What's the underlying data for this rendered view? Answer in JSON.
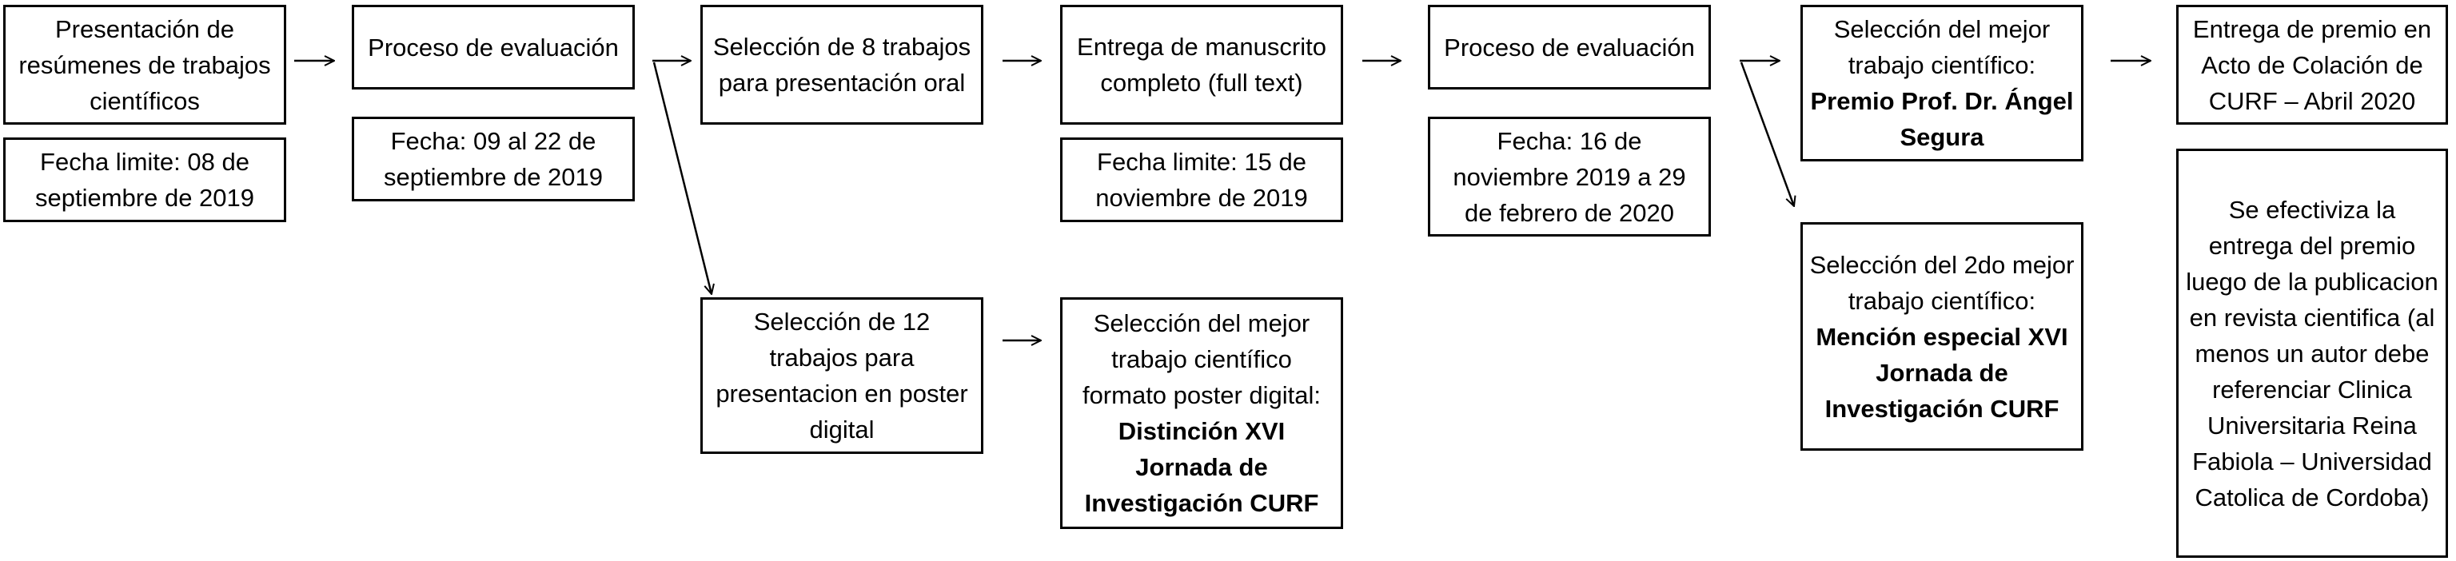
{
  "boxes": {
    "presentacion": {
      "text": "Presentación de resúmenes de trabajos científicos"
    },
    "fecha_limite_1": {
      "text": "Fecha limite: 08 de septiembre de 2019"
    },
    "proceso_1": {
      "text": "Proceso de evaluación"
    },
    "fecha_eval_1": {
      "text": "Fecha: 09 al 22 de septiembre de 2019"
    },
    "seleccion_8": {
      "text": "Selección de 8 trabajos para presentación oral"
    },
    "seleccion_12": {
      "text": "Selección de 12 trabajos para presentacion en poster digital"
    },
    "entrega_manuscrito": {
      "text": "Entrega de manuscrito completo (full text)"
    },
    "fecha_limite_2": {
      "text": "Fecha limite: 15 de noviembre de 2019"
    },
    "mejor_poster": {
      "text": "Selección del mejor trabajo científico formato poster digital:",
      "bold": "Distinción XVI Jornada de Investigación CURF"
    },
    "proceso_2": {
      "text": "Proceso de evaluación"
    },
    "fecha_eval_2": {
      "text": "Fecha: 16 de noviembre 2019 a 29 de febrero de 2020"
    },
    "mejor_trabajo": {
      "text": "Selección del mejor trabajo científico:",
      "bold": "Premio Prof. Dr. Ángel Segura"
    },
    "segundo_trabajo": {
      "text": "Selección del 2do mejor trabajo científico:",
      "bold": "Mención especial XVI Jornada de Investigación CURF"
    },
    "entrega_premio": {
      "text": "Entrega de premio en Acto de Colación de CURF – Abril 2020"
    },
    "efectiviza": {
      "text": "Se efectiviza la entrega del premio luego de la publicacion en revista cientifica (al menos un autor debe referenciar Clinica Universitaria Reina Fabiola – Universidad Catolica de Cordoba)"
    }
  }
}
